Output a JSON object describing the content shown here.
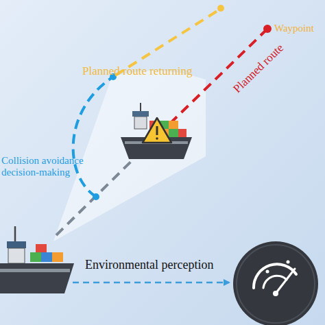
{
  "diagram": {
    "labels": [
      "Waypoint",
      "Planned route returning",
      "Planned route",
      "Collision avoidance decision-making",
      "Environmental perception"
    ]
  }
}
